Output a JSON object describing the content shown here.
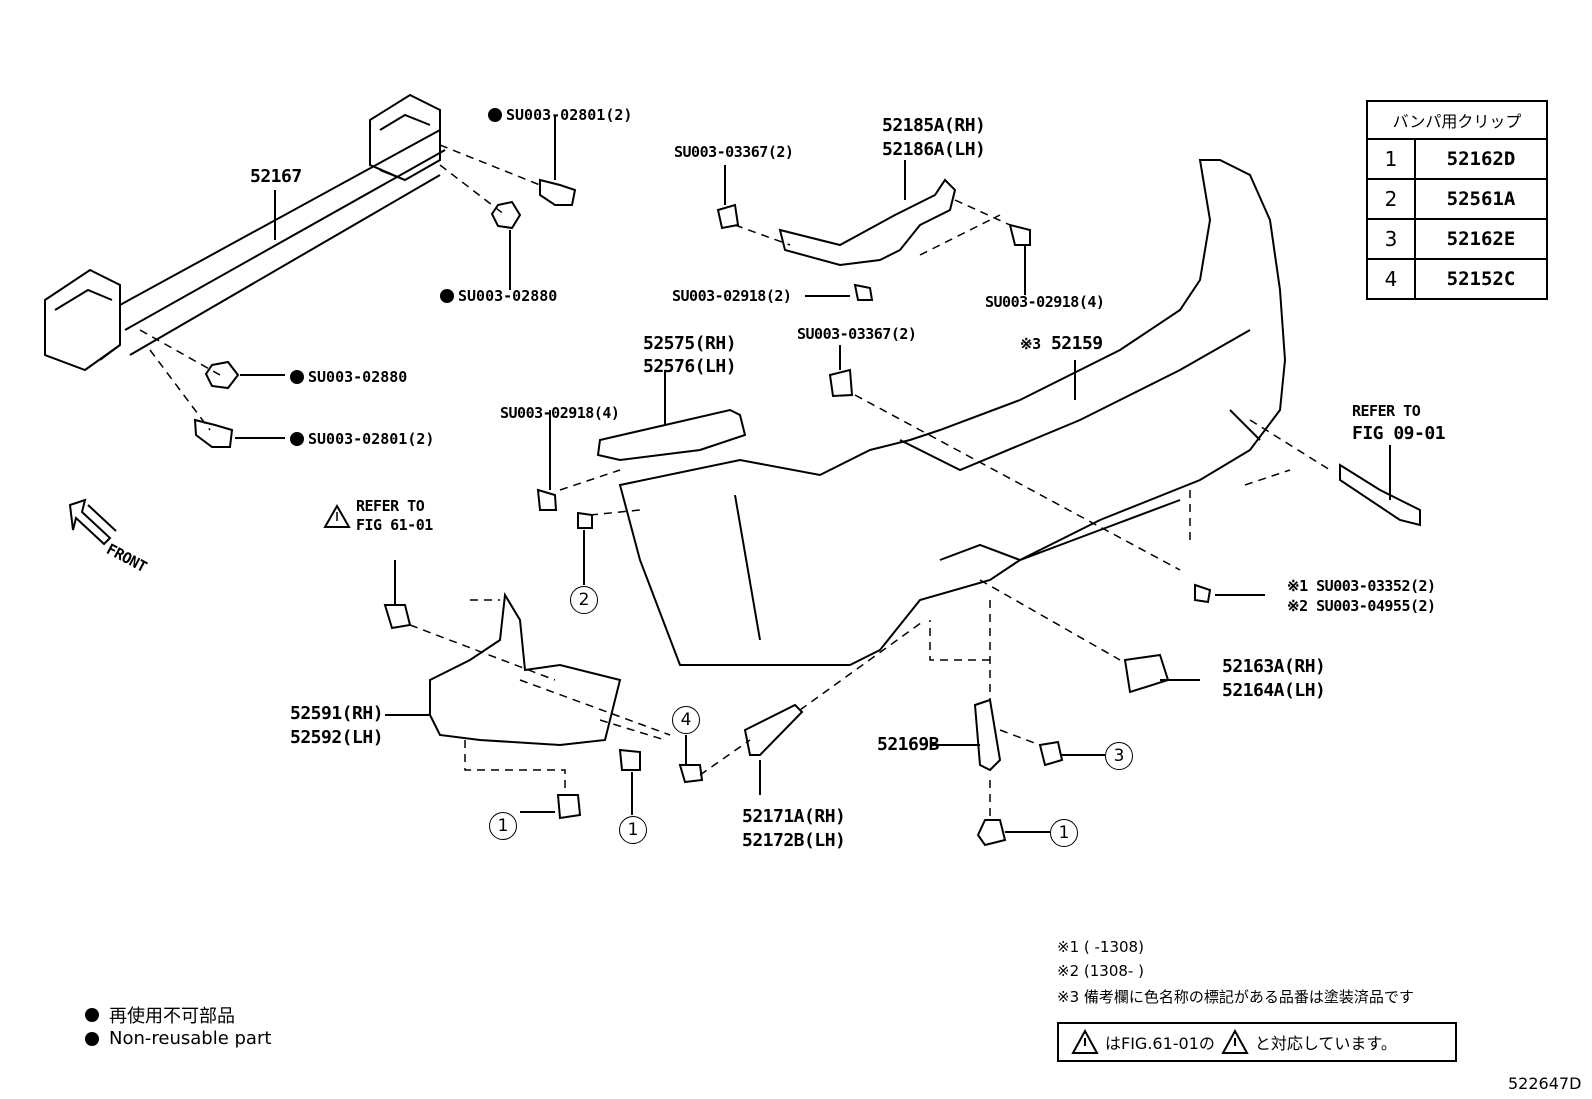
{
  "labels": {
    "beam": "52167",
    "bolt_top": "SU003-02801(2)",
    "nut_top": "SU003-02880",
    "nut_low": "SU003-02880",
    "bolt_low": "SU003-02801(2)",
    "clip_top_left": "SU003-03367(2)",
    "bracket_rh": "52185A(RH)",
    "bracket_lh": "52186A(LH)",
    "screw_mid": "SU003-02918(2)",
    "screw_right": "SU003-02918(4)",
    "clip_mid": "SU003-03367(2)",
    "bumper_mark": "※3",
    "bumper": "52159",
    "retainer_rh": "52575(RH)",
    "retainer_lh": "52576(LH)",
    "screw_left": "SU003-02918(4)",
    "refer_right_1": "REFER TO",
    "refer_right_2": "FIG 09-01",
    "refer_left_1": "REFER TO",
    "refer_left_2": "FIG 61-01",
    "front": "FRONT",
    "screw_var_1": "※1 SU003-03352(2)",
    "screw_var_2": "※2 SU003-04955(2)",
    "reflector_rh": "52163A(RH)",
    "reflector_lh": "52164A(LH)",
    "shield_rh": "52591(RH)",
    "shield_lh": "52592(LH)",
    "support": "52169B",
    "mud_rh": "52171A(RH)",
    "mud_lh": "52172B(LH)"
  },
  "circled": {
    "c2": "2",
    "c4": "4",
    "c1a": "1",
    "c1b": "1",
    "c1c": "1",
    "c3": "3"
  },
  "clip_table": {
    "header": "バンパ用クリップ",
    "rows": [
      {
        "num": "1",
        "part": "52162D"
      },
      {
        "num": "2",
        "part": "52561A"
      },
      {
        "num": "3",
        "part": "52162E"
      },
      {
        "num": "4",
        "part": "52152C"
      }
    ]
  },
  "notes": {
    "n1": "※1 (        -1308)",
    "n2": "※2 (1308-        )",
    "n3": "※3 備考欄に色名称の標記がある品番は塗装済品です",
    "box_text_1": "はFIG.61-01の",
    "box_text_2": "と対応しています。"
  },
  "legend": {
    "jp": "再使用不可部品",
    "en": "Non-reusable part"
  },
  "figure_id": "522647D"
}
